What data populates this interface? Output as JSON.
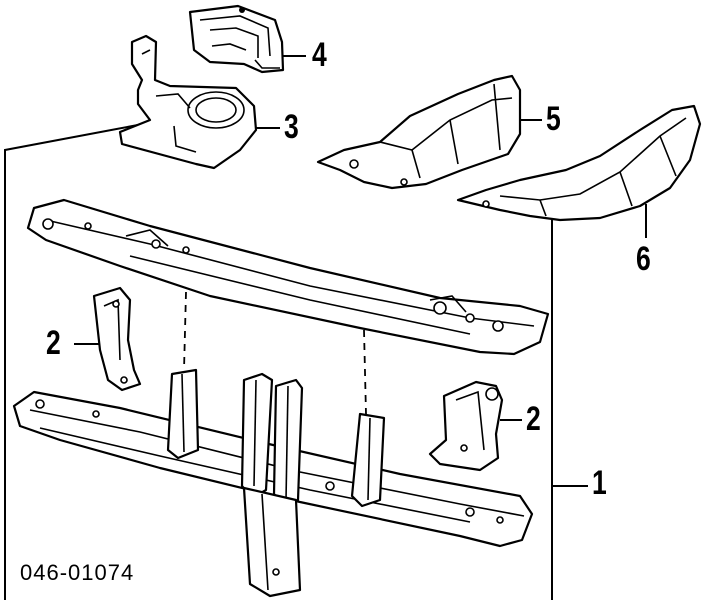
{
  "diagram_code": "046-01074",
  "callouts": {
    "c1": "1",
    "c2_left": "2",
    "c2_right": "2",
    "c3": "3",
    "c4": "4",
    "c5": "5",
    "c6": "6"
  }
}
